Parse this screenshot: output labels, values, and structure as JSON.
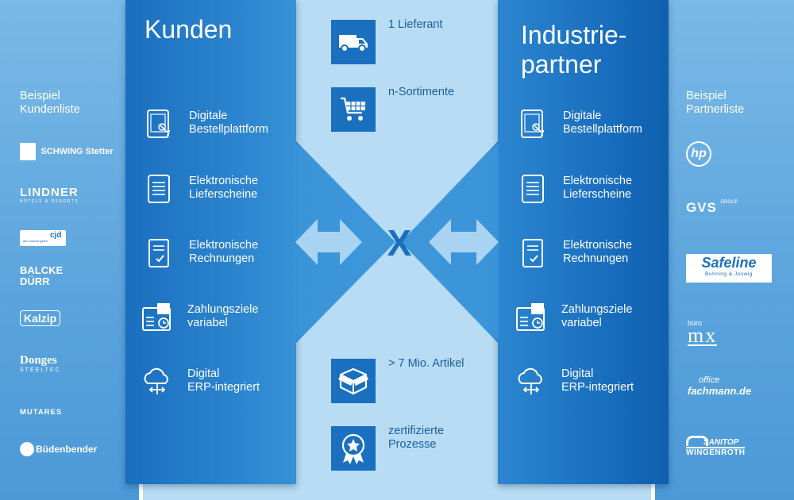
{
  "left_column": {
    "title": "Kunden",
    "features": [
      {
        "label": "Digitale\nBestellplattform",
        "icon": "tablet-touch-icon"
      },
      {
        "label": "Elektronische\nLieferscheine",
        "icon": "tablet-list-icon"
      },
      {
        "label": "Elektronische\nRechnungen",
        "icon": "invoice-check-icon"
      },
      {
        "label": "Zahlungsziele\nvariabel",
        "icon": "payment-clock-icon"
      },
      {
        "label": "Digital\nERP-integriert",
        "icon": "cloud-sync-icon"
      }
    ]
  },
  "right_column": {
    "title": "Industrie-\npartner",
    "features": [
      {
        "label": "Digitale\nBestellplattform",
        "icon": "tablet-touch-icon"
      },
      {
        "label": "Elektronische\nLieferscheine",
        "icon": "tablet-list-icon"
      },
      {
        "label": "Elektronische\nRechnungen",
        "icon": "invoice-check-icon"
      },
      {
        "label": "Zahlungsziele\nvariabel",
        "icon": "payment-clock-icon"
      },
      {
        "label": "Digital\nERP-integriert",
        "icon": "cloud-sync-icon"
      }
    ]
  },
  "center": {
    "items_top": [
      {
        "label": "1 Lieferant",
        "icon": "delivery-van-icon"
      },
      {
        "label": "n-Sortimente",
        "icon": "shopping-cart-icon"
      }
    ],
    "items_bottom": [
      {
        "label": "> 7 Mio. Artikel",
        "icon": "package-box-icon"
      },
      {
        "label": "zertifizierte\nProzesse",
        "icon": "certificate-badge-icon"
      }
    ],
    "connector_symbol": "X"
  },
  "left_side": {
    "heading": "Beispiel\nKundenliste",
    "logos": [
      "SCHWING Stetter",
      "LINDNER",
      "HOTELS & RESORTS",
      "cjd",
      "die chancengeber",
      "BALCKE\nDÜRR",
      "Kalzip",
      "Donges",
      "STEELTEC",
      "MUTARES",
      "Büdenbender"
    ]
  },
  "right_side": {
    "heading": "Beispiel\nPartnerliste",
    "logos": [
      "hp",
      "GVS",
      "GROUP",
      "Safeline",
      "Buhning & Joswig",
      "büro",
      "mx",
      "office",
      "fachmann.de",
      "SANITOP",
      "WINGENROTH"
    ]
  },
  "colors": {
    "dark_blue": "#1b6fbf",
    "center_bg": "#b7dcf3",
    "side_bg": "#5aa4dd",
    "center_text": "#1b5fa0"
  }
}
